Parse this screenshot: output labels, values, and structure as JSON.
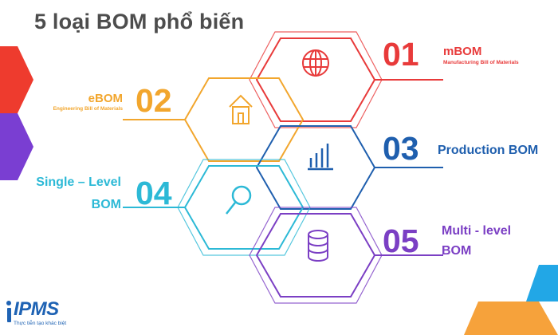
{
  "title": "5 loại BOM phổ biến",
  "items": [
    {
      "number": "01",
      "name": "mBOM",
      "subtitle": "Manufacturing Bill of Materials",
      "icon": "globe-icon",
      "color": "#e83a3a"
    },
    {
      "number": "02",
      "name": "eBOM",
      "subtitle": "Engineering Bill of Materials",
      "icon": "house-icon",
      "color": "#f2a62d"
    },
    {
      "number": "03",
      "name": "Production BOM",
      "subtitle": "",
      "icon": "bar-chart-icon",
      "color": "#1f5fae"
    },
    {
      "number": "04",
      "name_line1": "Single – Level",
      "name_line2": "BOM",
      "subtitle": "",
      "icon": "magnifier-icon",
      "color": "#2cb9d6"
    },
    {
      "number": "05",
      "name_line1": "Multi - level",
      "name_line2": "BOM",
      "subtitle": "",
      "icon": "database-icon",
      "color": "#7b3fc4"
    }
  ],
  "logo": {
    "text": "IPMS",
    "tagline": "Thực tiễn tạo khác biệt",
    "color": "#1f63b4"
  }
}
